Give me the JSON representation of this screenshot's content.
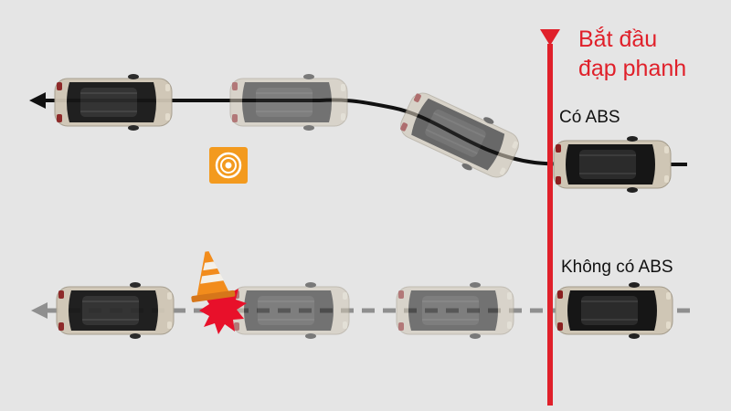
{
  "labels": {
    "brake_line1": "Bắt đầu",
    "brake_line2": "đạp phanh",
    "with_abs": "Có ABS",
    "without_abs": "Không có ABS"
  },
  "colors": {
    "background": "#e5e5e5",
    "brake_marker": "#e0202a",
    "path_abs": "#111111",
    "path_no_abs": "#8a8a8a",
    "car_body": "#ccc3b2",
    "car_roof": "#1a1a1a",
    "warning_icon": "#f39a1e",
    "crash_burst": "#e8102a",
    "cone": "#f28c1c"
  },
  "icons": {
    "skid_warning": "skid-warning-icon",
    "traffic_cone": "traffic-cone-icon",
    "crash": "crash-burst-icon"
  }
}
